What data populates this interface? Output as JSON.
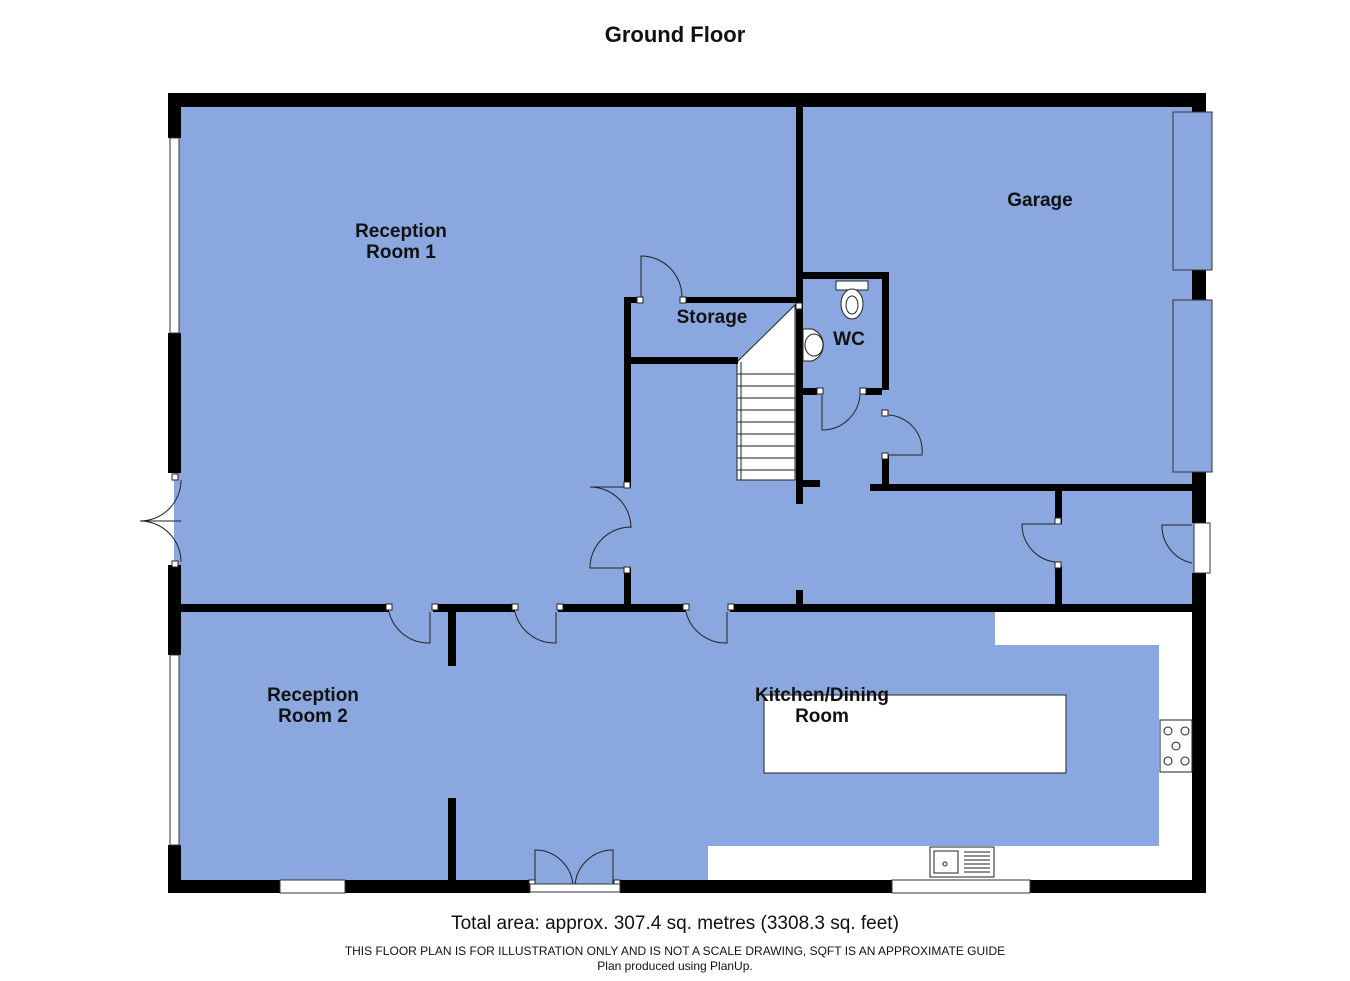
{
  "plan": {
    "title": "Ground Floor",
    "rooms": {
      "reception1": [
        "Reception",
        "Room 1"
      ],
      "garage": "Garage",
      "storage": "Storage",
      "wc": "WC",
      "reception2": [
        "Reception",
        "Room 2"
      ],
      "kitchen": [
        "Kitchen/Dining",
        "Room"
      ]
    },
    "total_area": "Total area: approx. 307.4 sq. metres (3308.3 sq. feet)",
    "disclaimer": "THIS FLOOR PLAN IS FOR ILLUSTRATION ONLY AND IS NOT A SCALE DRAWING, SQFT IS AN APPROXIMATE GUIDE",
    "credit": "Plan produced using PlanUp."
  },
  "colors": {
    "floor": "#8aa8df",
    "wall": "#000000",
    "fixture": "#ffffff"
  }
}
